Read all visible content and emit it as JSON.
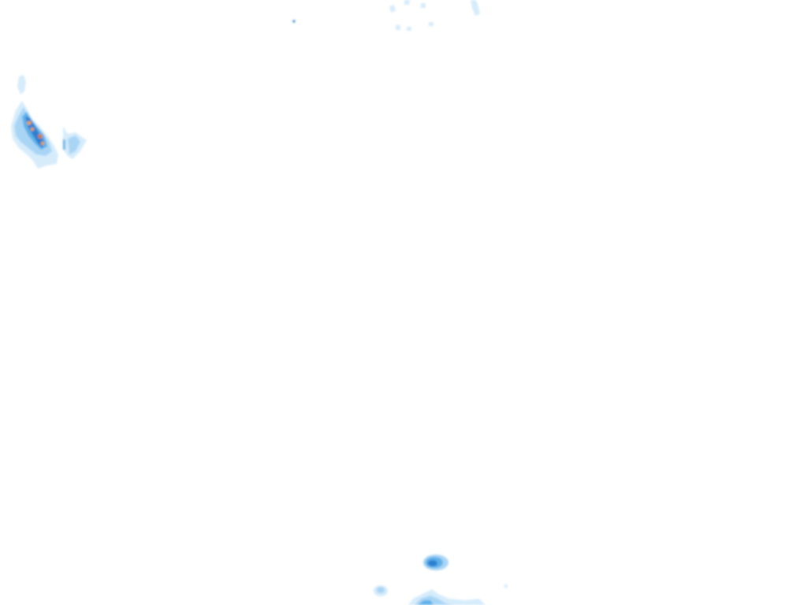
{
  "map": {
    "type": "precipitation-radar-overlay",
    "background": "#ffffff",
    "intensity_colors": {
      "very_light": "#d6ecfb",
      "light": "#a9d5f5",
      "moderate": "#5fb0ea",
      "heavy": "#2a7fd0",
      "very_heavy": "#1c5aa8",
      "intense": "#f0a030",
      "extreme": "#e07818"
    },
    "echo_regions": [
      {
        "id": "northwest-band",
        "max_intensity": "extreme"
      },
      {
        "id": "north-top-center",
        "max_intensity": "light"
      },
      {
        "id": "south-cell",
        "max_intensity": "heavy"
      },
      {
        "id": "south-bottom-band",
        "max_intensity": "heavy"
      }
    ]
  }
}
